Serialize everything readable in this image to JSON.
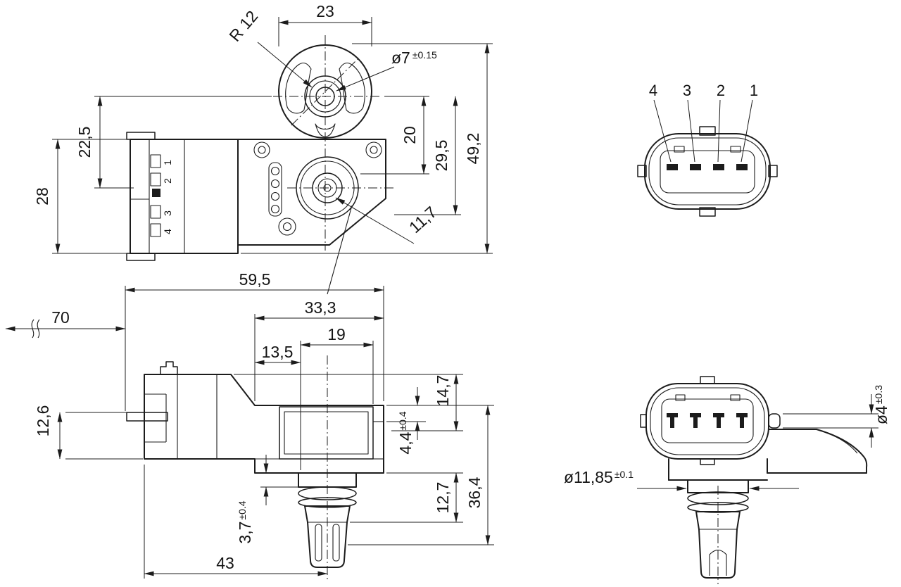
{
  "colors": {
    "ink": "#1c1c1c",
    "bg": "#ffffff"
  },
  "top": {
    "d23": "23",
    "r12": "R 12",
    "d7": "ø7",
    "d7t": "±0.15",
    "d225": "22,5",
    "d28": "28",
    "d20": "20",
    "d295": "29,5",
    "d492": "49,2",
    "d117": "11,7",
    "p1": "1",
    "p2": "2",
    "p3": "3",
    "p4": "4"
  },
  "conn": {
    "p4": "4",
    "p3": "3",
    "p2": "2",
    "p1": "1"
  },
  "side": {
    "d595": "59,5",
    "d333": "33,3",
    "d19": "19",
    "d135": "13,5",
    "d70": "70",
    "d126": "12,6",
    "d147": "14,7",
    "d44": "4,4",
    "d44t": "±0.4",
    "d127": "12,7",
    "d364": "36,4",
    "d37": "3,7",
    "d37t": "±0.4",
    "d43": "43"
  },
  "front": {
    "d4": "ø4",
    "d4t": "±0.3",
    "d1185": "ø11,85",
    "d1185t": "±0.1"
  }
}
